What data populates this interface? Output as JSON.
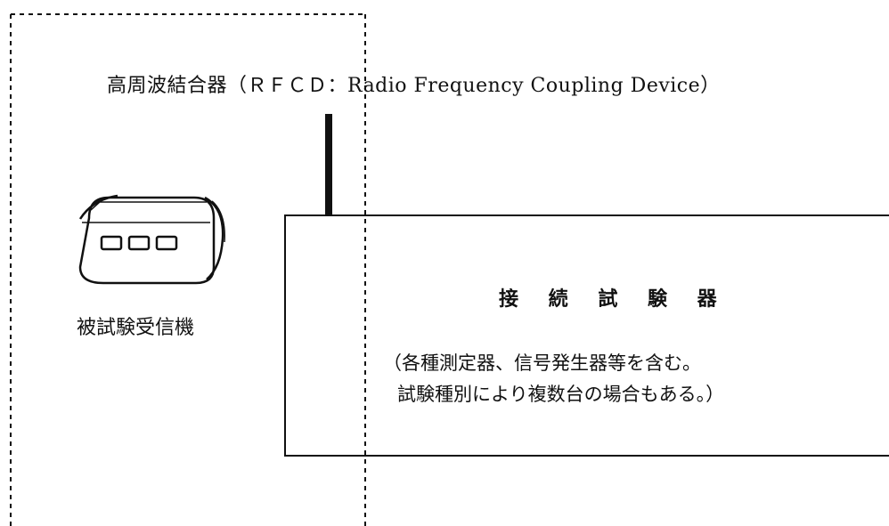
{
  "coupler": {
    "label": "高周波結合器（ＲＦＣＤ：Radio Frequency Coupling Device）"
  },
  "receiver": {
    "label": "被試験受信機",
    "icon": "radio-receiver-icon"
  },
  "tester": {
    "title": "接 続 試 験 器",
    "note_line1": "（各種測定器、信号発生器等を含む。",
    "note_line2": "試験種別により複数台の場合もある。）"
  }
}
